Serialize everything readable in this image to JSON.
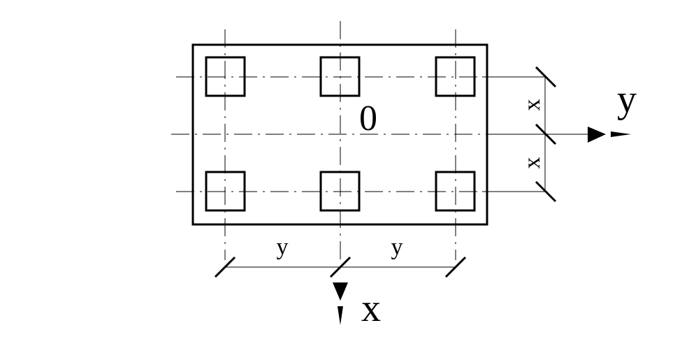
{
  "diagram": {
    "origin_label": "0",
    "axis_y_label": "y",
    "axis_x_label": "x",
    "dim_spacing_y": [
      "y",
      "y"
    ],
    "dim_spacing_x": [
      "x",
      "x"
    ],
    "pile_grid": {
      "rows": 2,
      "columns": 3
    }
  }
}
